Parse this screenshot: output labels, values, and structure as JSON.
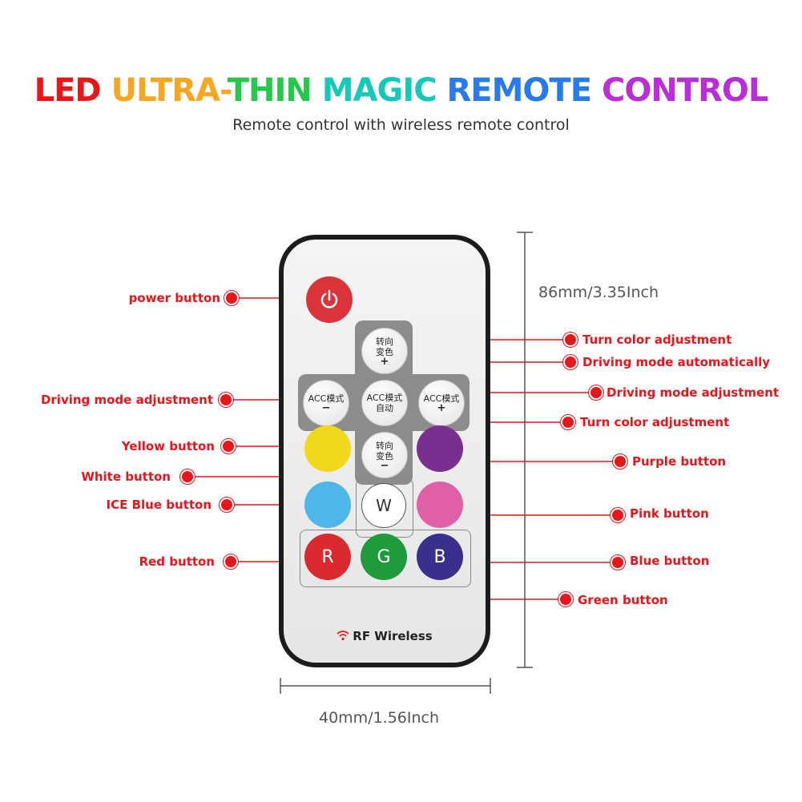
{
  "title": {
    "parts": [
      {
        "text": "LED ",
        "color": "#e8151b"
      },
      {
        "text": "ULTRA-",
        "color": "#f5a623"
      },
      {
        "text": "THIN ",
        "color": "#26c74a"
      },
      {
        "text": "MAGIC ",
        "color": "#17c7b8"
      },
      {
        "text": "REMOTE ",
        "color": "#2a7be8"
      },
      {
        "text": "CONTROL",
        "color": "#b82fd6"
      }
    ]
  },
  "subtitle": "Remote control with wireless remote control",
  "dimensions": {
    "height": "86mm/3.35Inch",
    "width": "40mm/1.56Inch"
  },
  "remote": {
    "brand": "RF Wireless",
    "buttons": {
      "turn_up": {
        "line1": "转向",
        "line2": "变色",
        "sign": "+"
      },
      "turn_down": {
        "line1": "转向",
        "line2": "变色",
        "sign": "−"
      },
      "acc_left": {
        "line1": "ACC模式",
        "sign": "−"
      },
      "acc_right": {
        "line1": "ACC模式",
        "sign": "+"
      },
      "auto": {
        "line1": "ACC模式",
        "line2": "自动"
      },
      "white": "W",
      "red": "R",
      "green": "G",
      "blue": "B"
    },
    "colors": {
      "power": "#d9343a",
      "yellow": "#f2d81c",
      "purple": "#7a2f8e",
      "ice": "#4db8e8",
      "pink": "#e060a8",
      "red": "#d92b2f",
      "green": "#1f9a3c",
      "blue": "#3a2f8a"
    }
  },
  "labels": {
    "power": "power button",
    "turn_color_1": "Turn color adjustment",
    "driving_auto": "Driving mode automatically",
    "driving_left": "Driving mode adjustment",
    "driving_right": "Driving mode adjustment",
    "turn_color_2": "Turn color adjustment",
    "yellow": "Yellow button",
    "purple": "Purple button",
    "white": "White button",
    "ice": "ICE Blue button",
    "pink": "Pink button",
    "red": "Red button",
    "blue": "Blue button",
    "green": "Green button"
  }
}
